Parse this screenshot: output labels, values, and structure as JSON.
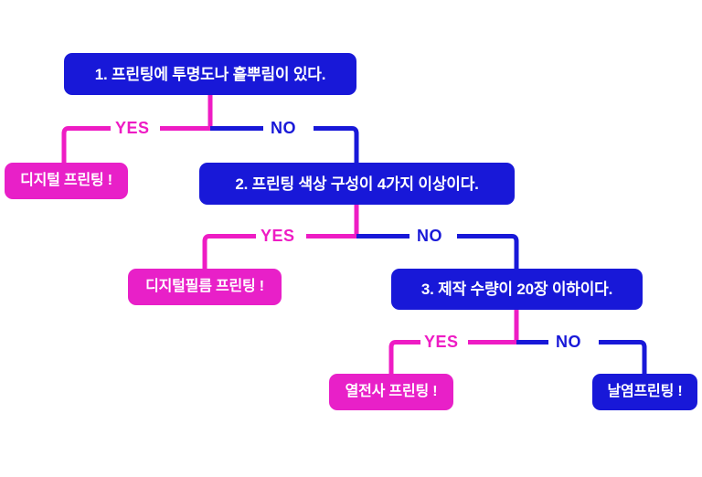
{
  "diagram": {
    "title_text": "",
    "background_color": "#ffffff",
    "colors": {
      "question_box": "#1818d8",
      "result_box_pink": "#e820c8",
      "result_box_blue": "#1818d8",
      "yes_branch": "#ee1cc4",
      "no_branch": "#1818d8",
      "box_text": "#ffffff"
    },
    "nodes": {
      "q1": "1. 프린팅에 투명도나 흩뿌림이 있다.",
      "q2": "2. 프린팅 색상 구성이 4가지 이상이다.",
      "q3": "3. 제작 수량이 20장 이하이다.",
      "r1": "디지털 프린팅 !",
      "r2": "디지털필름 프린팅 !",
      "r3": "열전사 프린팅 !",
      "r4": "날염프린팅 !"
    },
    "edge_labels": {
      "yes": "YES",
      "no": "NO"
    },
    "branches": [
      {
        "from": "q1",
        "yes_to": "r1",
        "no_to": "q2"
      },
      {
        "from": "q2",
        "yes_to": "r2",
        "no_to": "q3"
      },
      {
        "from": "q3",
        "yes_to": "r3",
        "no_to": "r4"
      }
    ]
  }
}
